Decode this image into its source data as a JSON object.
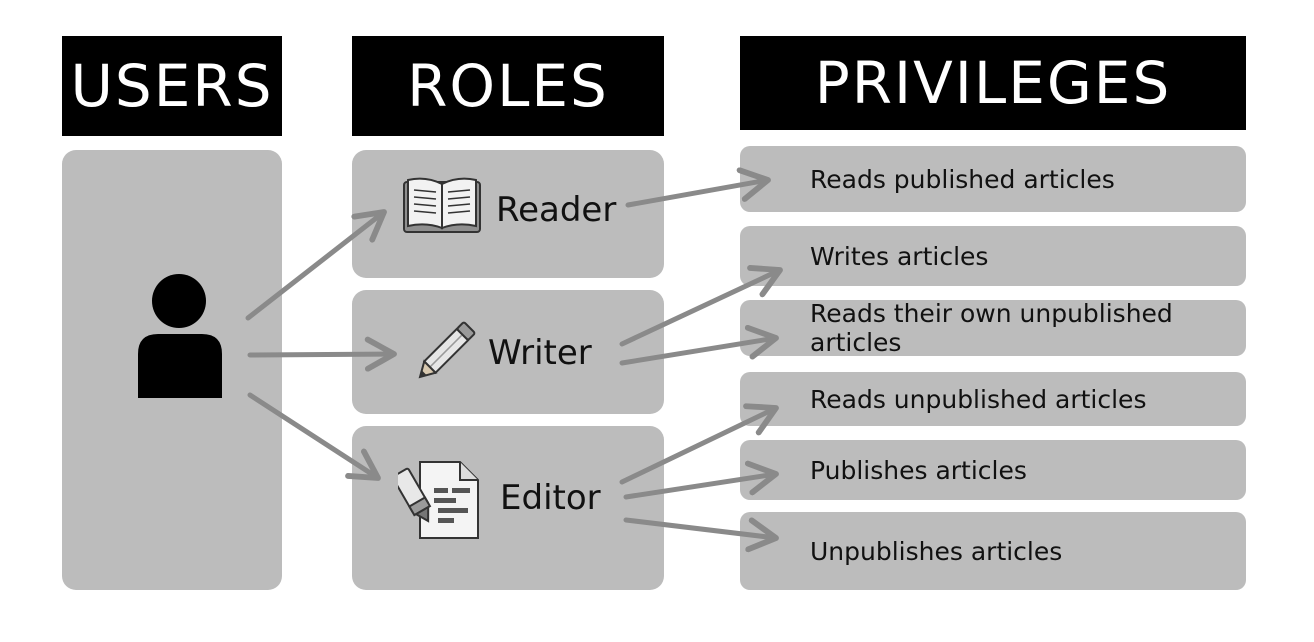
{
  "headers": {
    "users": "USERS",
    "roles": "ROLES",
    "privileges": "PRIVILEGES"
  },
  "roles": [
    {
      "label": "Reader",
      "icon": "open-book-icon"
    },
    {
      "label": "Writer",
      "icon": "pencil-icon"
    },
    {
      "label": "Editor",
      "icon": "edit-document-icon"
    }
  ],
  "privileges": [
    "Reads published articles",
    "Writes articles",
    "Reads their own unpublished articles",
    "Reads unpublished articles",
    "Publishes articles",
    "Unpublishes articles"
  ],
  "user_icon": "user-icon",
  "colors": {
    "header_bg": "#000000",
    "panel_bg": "#bcbcbc",
    "arrow": "#8a8a8a"
  }
}
